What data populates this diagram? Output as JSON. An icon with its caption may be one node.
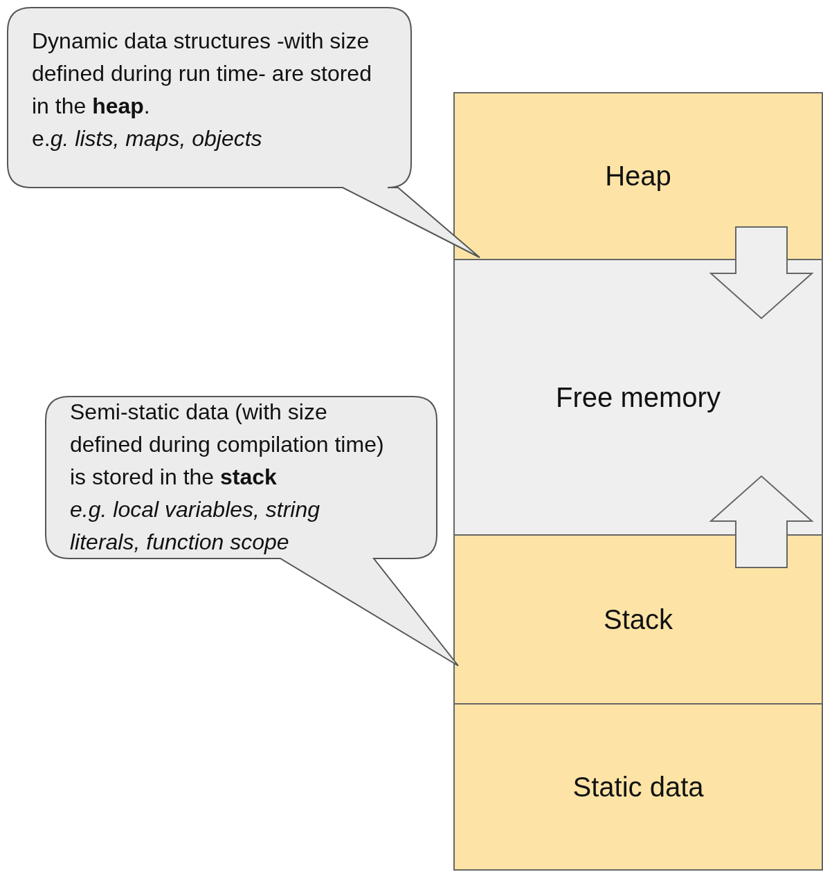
{
  "diagram": {
    "nodes": [
      {
        "text": [
          "Dynamic data structures -with size defined during run time- are stored in the **heap**.",
          "e.*g. lists, maps, objects*"
        ]
      },
      {
        "text": [
          "Heap"
        ]
      },
      {
        "text": [
          "Free memory"
        ]
      },
      {
        "text": [
          "Semi-static data (with size defined during compilation time) is stored in the **stack**",
          "*e.g. local variables, string literals, function scope*"
        ]
      },
      {
        "text": [
          "Stack"
        ]
      },
      {
        "text": [
          "Static data"
        ]
      }
    ],
    "edges": [
      {
        "from": 1,
        "to": 2,
        "arrow": "to"
      },
      {
        "from": 4,
        "to": 2,
        "arrow": "to"
      }
    ]
  }
}
